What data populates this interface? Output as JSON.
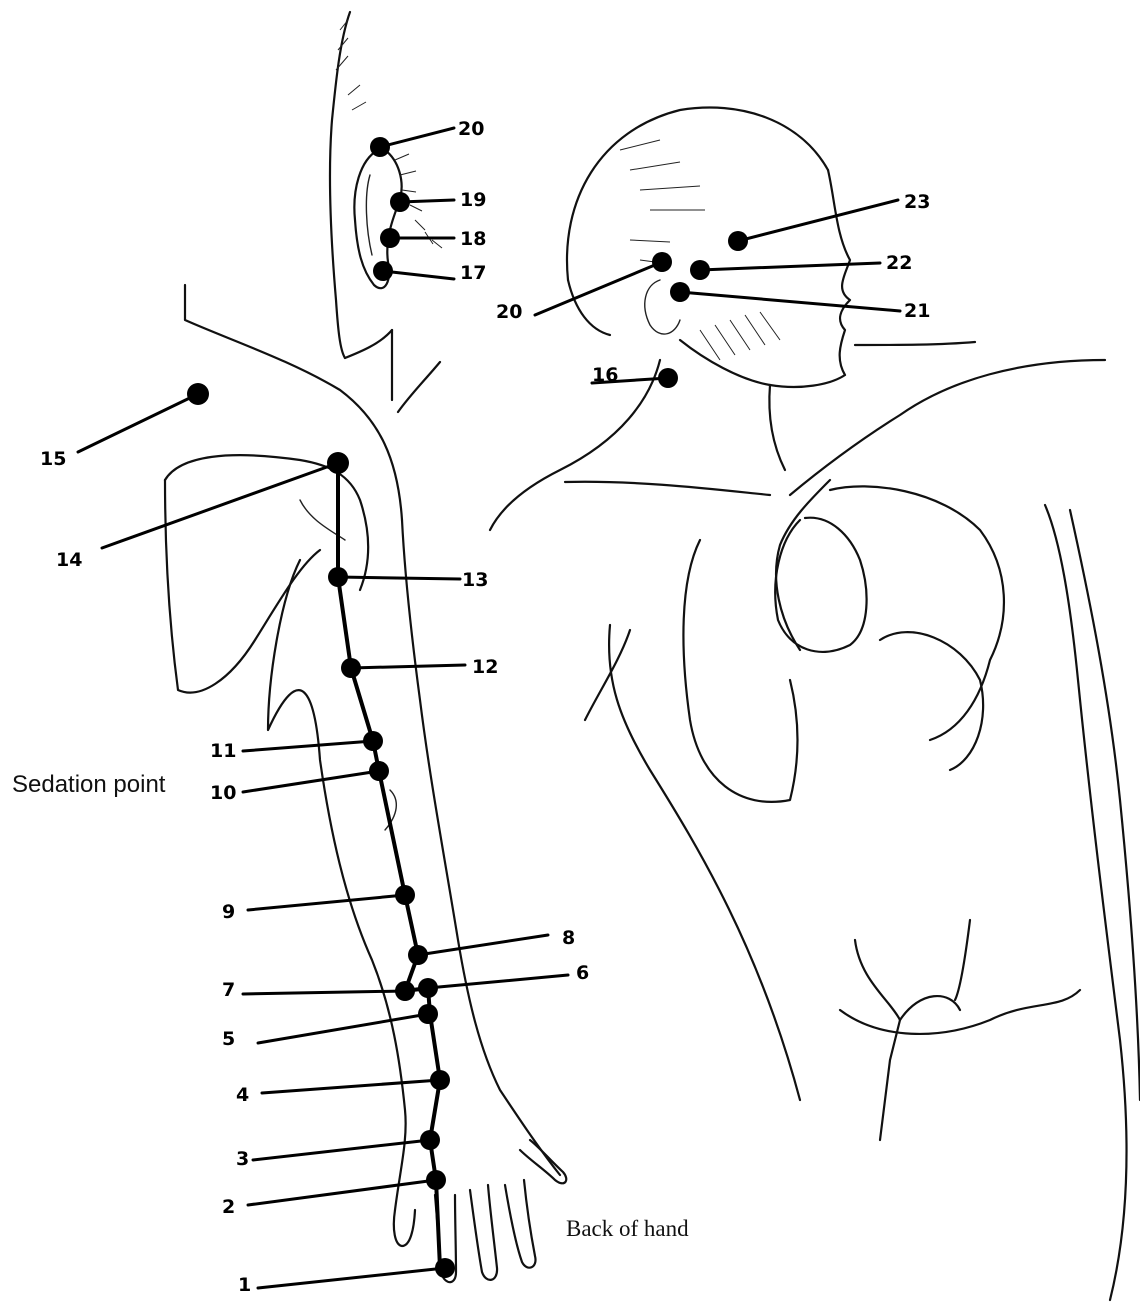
{
  "captions": {
    "sedation": "Sedation point",
    "back_of_hand": "Back of hand"
  },
  "arm_points": [
    {
      "label": "1"
    },
    {
      "label": "2"
    },
    {
      "label": "3"
    },
    {
      "label": "4"
    },
    {
      "label": "5"
    },
    {
      "label": "6"
    },
    {
      "label": "7"
    },
    {
      "label": "8"
    },
    {
      "label": "9"
    },
    {
      "label": "10"
    },
    {
      "label": "11"
    },
    {
      "label": "12"
    },
    {
      "label": "13"
    },
    {
      "label": "14"
    },
    {
      "label": "15"
    }
  ],
  "ear_points": [
    {
      "label": "20"
    },
    {
      "label": "19"
    },
    {
      "label": "18"
    },
    {
      "label": "17"
    }
  ],
  "head_points": [
    {
      "label": "23"
    },
    {
      "label": "22"
    },
    {
      "label": "21"
    },
    {
      "label": "20"
    },
    {
      "label": "16"
    }
  ]
}
